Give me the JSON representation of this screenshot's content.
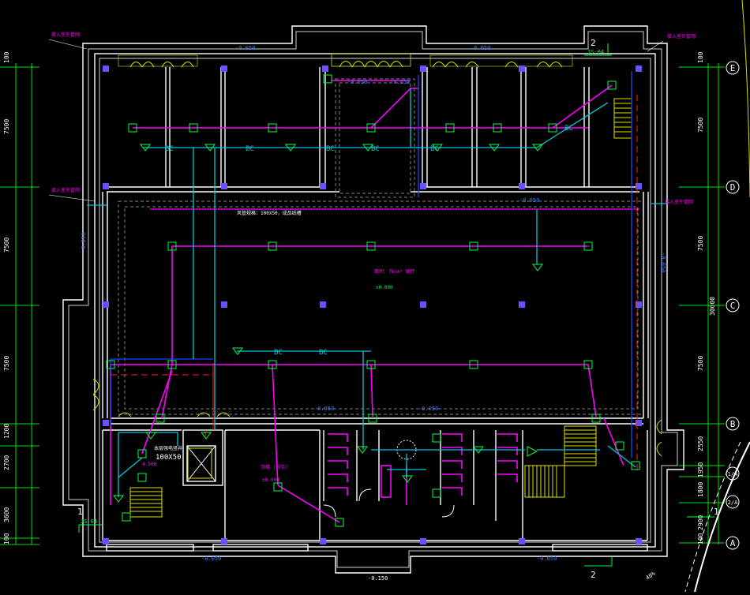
{
  "drawing": {
    "title": "",
    "dimensions_left": [
      "100",
      "7500",
      "7500",
      "7500",
      "1200",
      "2700",
      "3600",
      "100"
    ],
    "dimensions_right": [
      "100",
      "7500",
      "7500",
      "7500",
      "2550",
      "1950",
      "1800",
      "2900",
      "100"
    ],
    "total_dimension": "30000",
    "axis_labels": [
      "E",
      "D",
      "C",
      "B",
      "1/A",
      "2/A",
      "A"
    ],
    "section_markers": [
      {
        "number": "2",
        "sheet": "JS-04"
      },
      {
        "number": "1",
        "sheet": "JS-04"
      },
      {
        "number": "1",
        "sheet": ""
      },
      {
        "number": "2",
        "sheet": ""
      }
    ],
    "wall_offsets": [
      "-0.050",
      "-0.050",
      "-0.050",
      "-0.050",
      "-0.050",
      "-0.050",
      "-0.050",
      "-0.050",
      "-0.050",
      "-0.050",
      "-0.050"
    ],
    "annotations": {
      "duct_note": "风管规格：100X50，成品线槽",
      "room_center": "面积：781m²\n展厅",
      "room_elev": "±0.000",
      "ceiling_note": "顶棚 (详见)",
      "ceiling_elev": "±0.000",
      "pipe_size": "100X50",
      "pipe_note": "本层强电竖井",
      "stair_elev": "4.500",
      "bottom_label": "-0.150",
      "slope": "40%"
    },
    "labels_bc": [
      "BC",
      "BC",
      "BC",
      "BC",
      "BC",
      "BC",
      "BC",
      "BC"
    ],
    "edge_notes": [
      "接入室外管网",
      "接入室外管网",
      "接入室外管网",
      "接入室外管网"
    ],
    "colors": {
      "background": "#000000",
      "walls": "#ffffff",
      "dimension": "#00e000",
      "power": "#ff00ff",
      "cable": "#00c8d8",
      "column": "#6a50ff",
      "red": "#ff2020",
      "yellow": "#e0e000"
    }
  }
}
